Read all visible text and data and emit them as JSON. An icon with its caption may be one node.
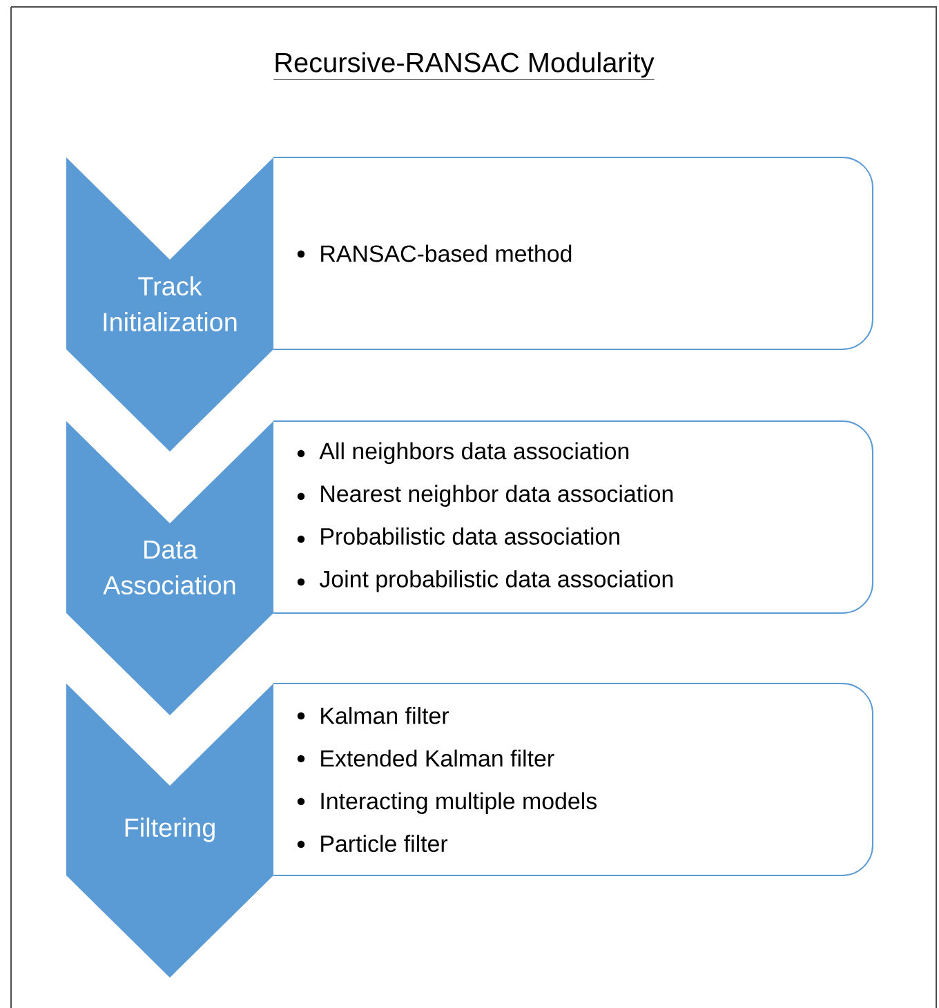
{
  "diagram": {
    "title": "Recursive-RANSAC Modularity",
    "nodes": [
      {
        "text": [
          "Track Initialization"
        ]
      },
      {
        "text": [
          "RANSAC-based method"
        ]
      },
      {
        "text": [
          "Data Association"
        ]
      },
      {
        "text": [
          "All neighbors data association",
          "Nearest neighbor data association",
          "Probabilistic data association",
          "Joint probabilistic data association"
        ]
      },
      {
        "text": [
          "Filtering"
        ]
      },
      {
        "text": [
          "Kalman filter",
          "Extended Kalman filter",
          "Interacting multiple models",
          "Particle filter"
        ]
      }
    ]
  }
}
